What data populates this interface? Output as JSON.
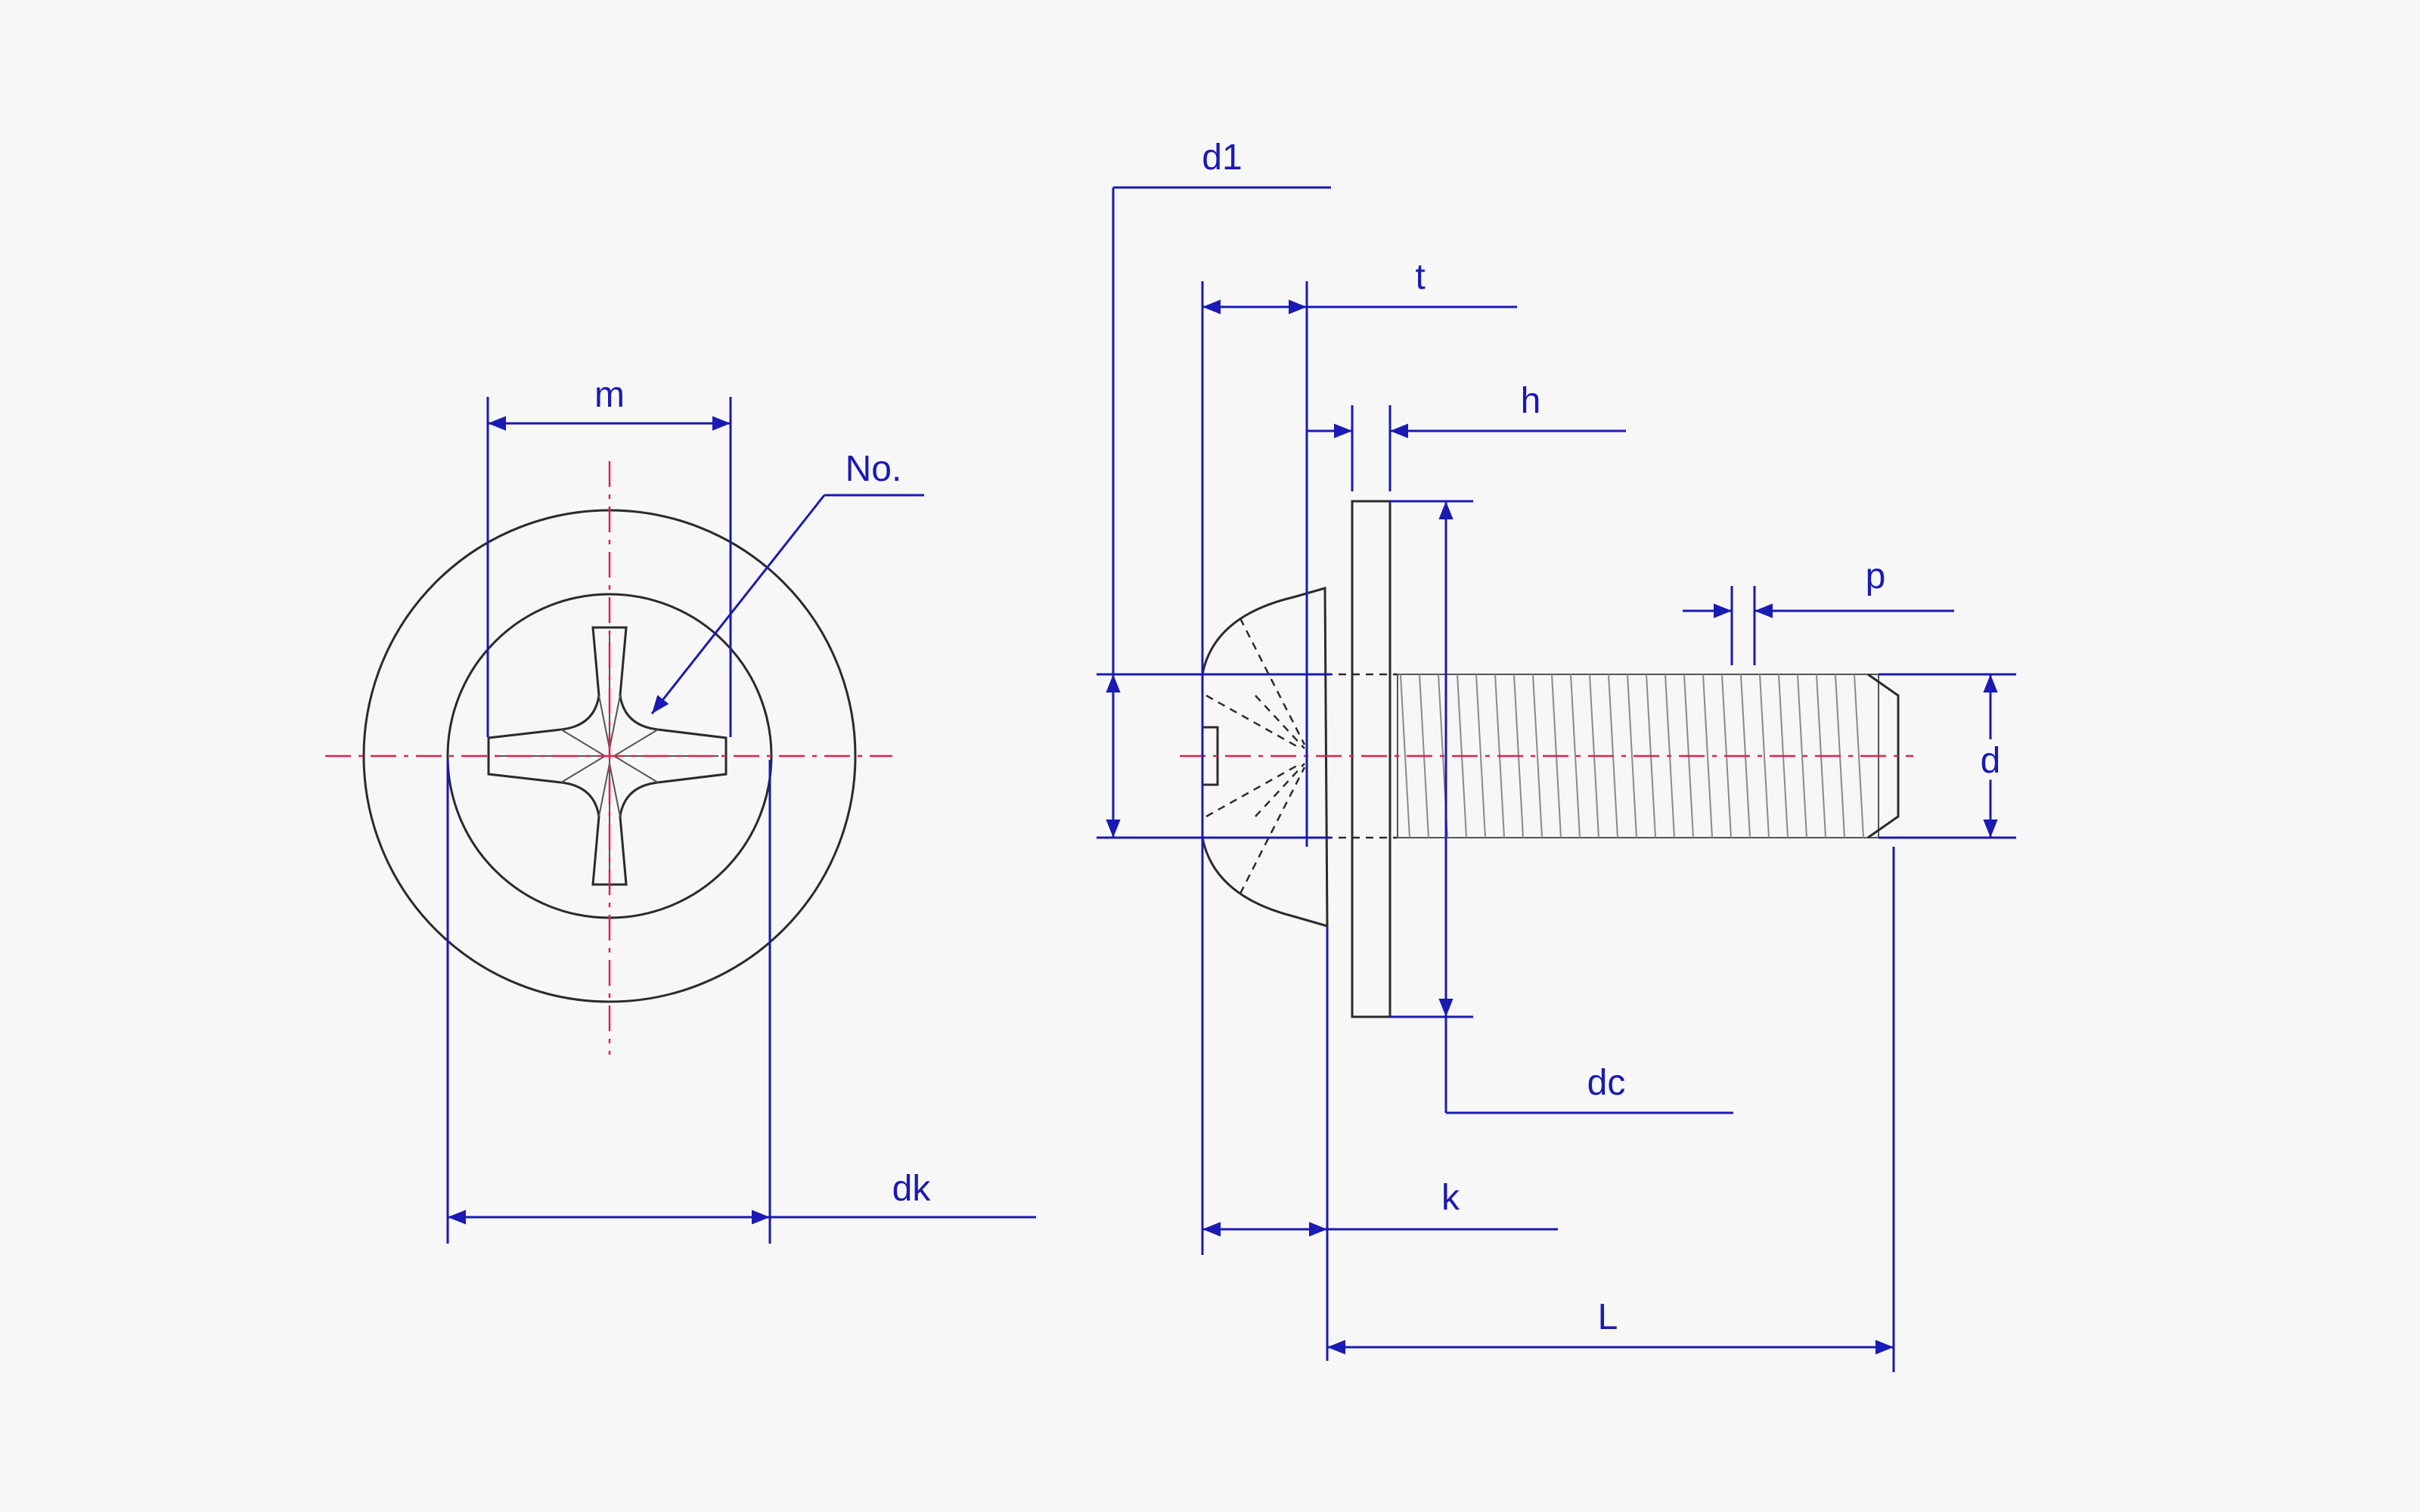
{
  "colors": {
    "dimension": "#1a1ab4",
    "part": "#2b2b2b",
    "centerline": "#e0224a",
    "background": "#f7f7f7"
  },
  "labels": {
    "m": "m",
    "no": "No.",
    "dk": "dk",
    "d1": "d1",
    "t": "t",
    "h": "h",
    "p": "p",
    "d": "d",
    "dc": "dc",
    "k": "k",
    "L": "L"
  }
}
